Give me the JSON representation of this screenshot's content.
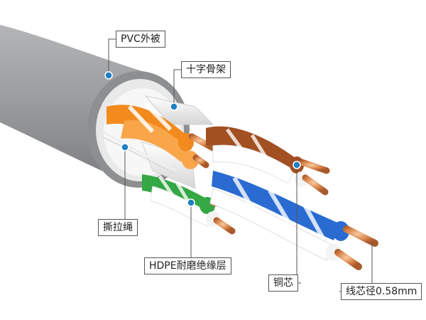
{
  "labels": {
    "pvc_jacket": "PVC外被",
    "cross_separator": "十字骨架",
    "ripcord": "撕拉绳",
    "hdpe_insulation": "HDPE耐磨绝缘层",
    "copper_core": "铜芯",
    "conductor_diameter": "线芯径0.58mm"
  },
  "colors": {
    "jacket": "#9a9b9d",
    "orange_pair": "#f08a24",
    "brown_pair": "#a0522d",
    "green_pair": "#3aa849",
    "blue_pair": "#2c6fd4",
    "copper": "#d9844a",
    "marker_dot": "#1f7fc4",
    "leader_line": "#555555"
  }
}
